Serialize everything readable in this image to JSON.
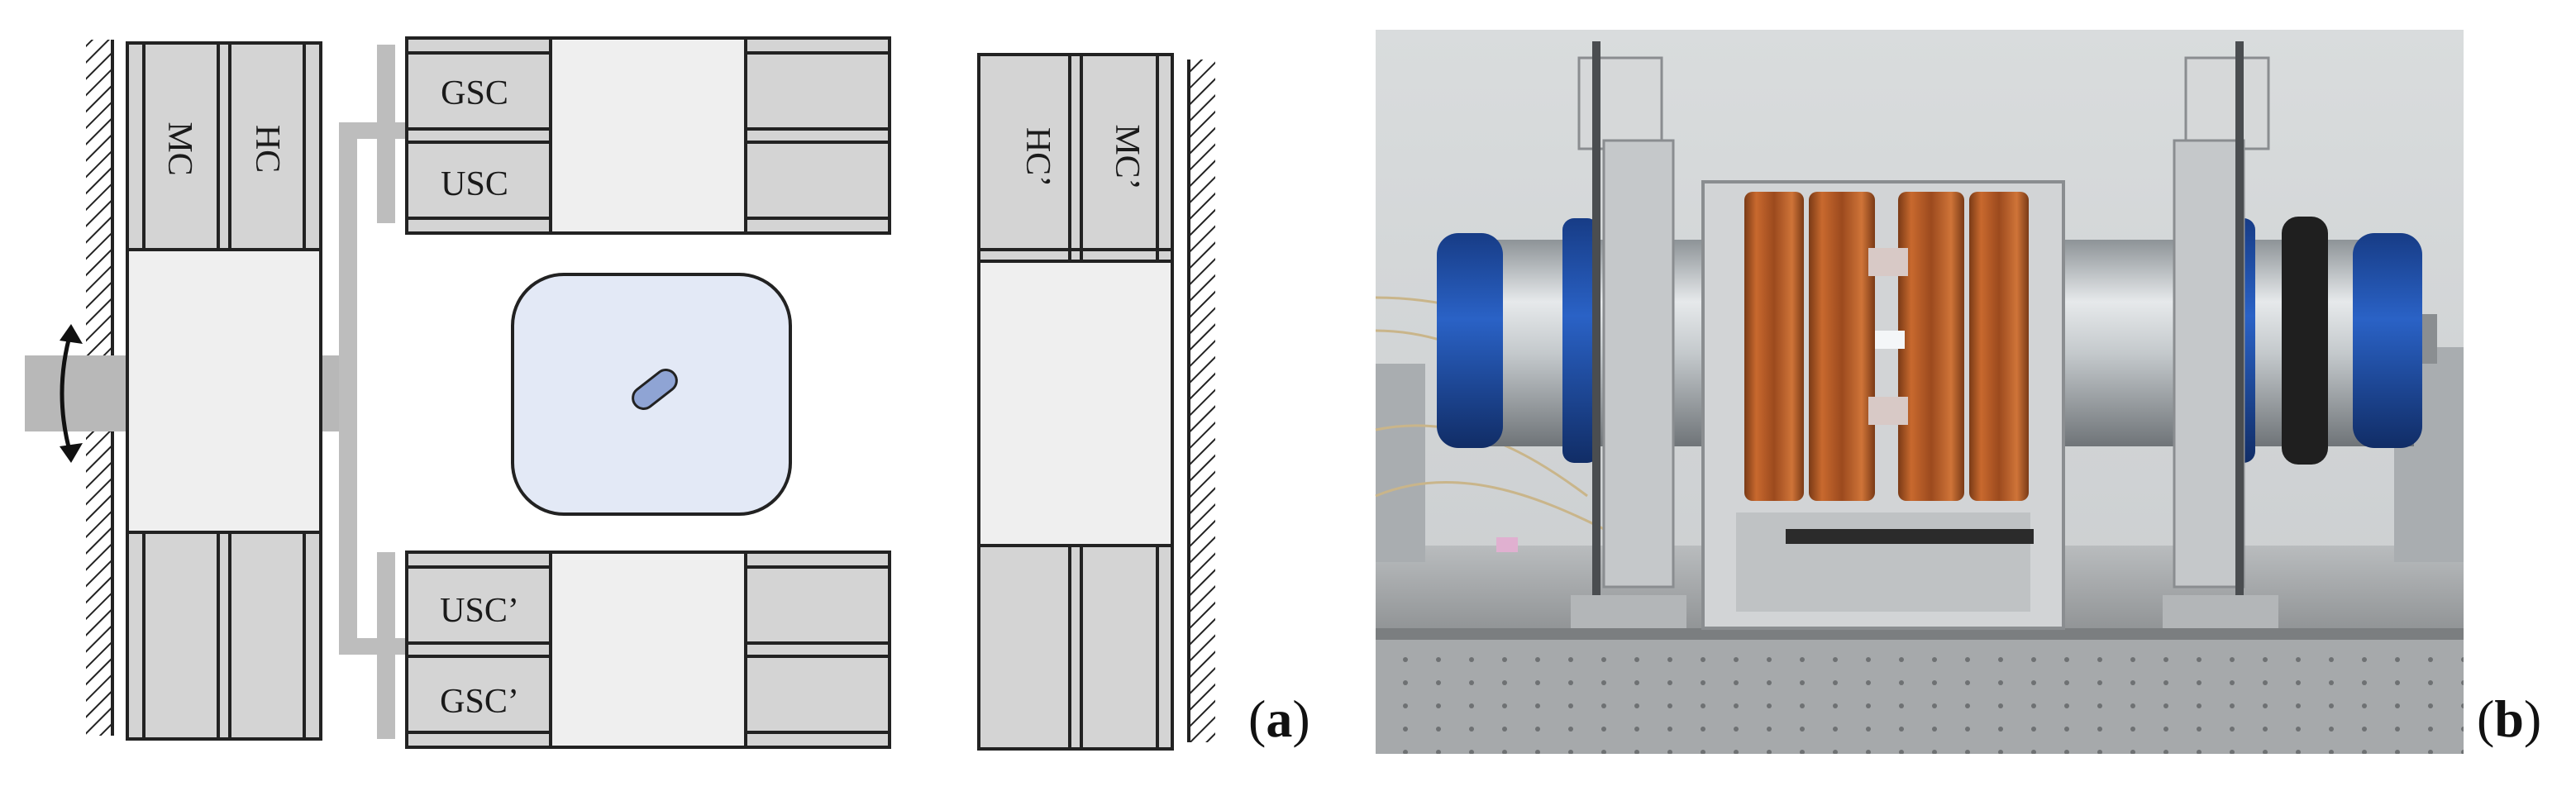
{
  "panel_a": {
    "letter": "a",
    "labels": {
      "mc": "MC",
      "hc": "HC",
      "hc_prime": "HC’",
      "mc_prime": "MC’",
      "gsc": "GSC",
      "usc": "USC",
      "usc_prime": "USC’",
      "gsc_prime": "GSC’"
    }
  },
  "panel_b": {
    "letter": "b"
  },
  "colors": {
    "coil_gray": "#d4d4d4",
    "stroke": "#222222",
    "gap_fill": "#efefef",
    "target_fill": "#e3e9f6",
    "sample_fill": "#8fa4d4",
    "copper": "#b8602a",
    "blue_flange": "#1f4fa8"
  }
}
